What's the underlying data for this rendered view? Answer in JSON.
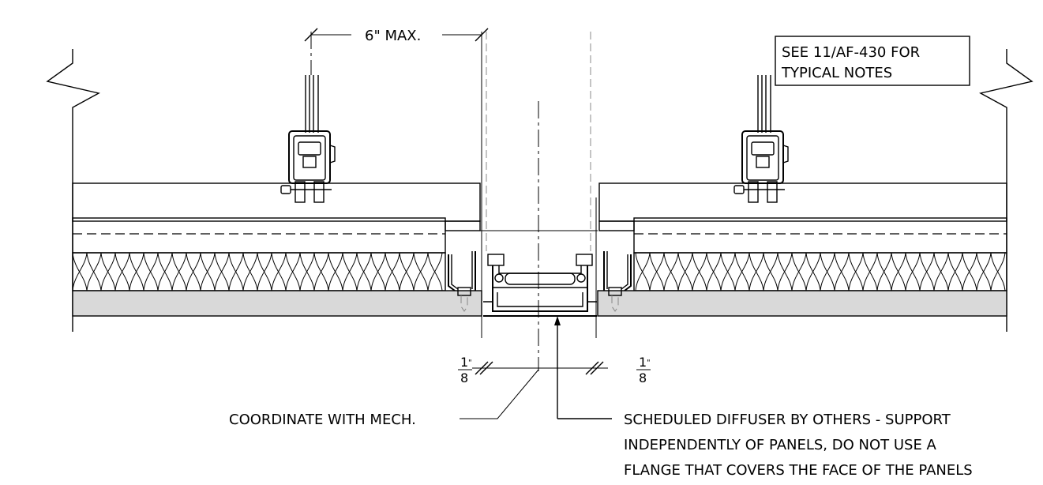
{
  "drawing": {
    "title": "",
    "dimension_top": "6\" MAX.",
    "note_box": {
      "line1": "SEE 11/AF-430 FOR",
      "line2": "TYPICAL NOTES"
    },
    "gap_left": {
      "numerator": "1",
      "inch_mark": "\"",
      "denominator": "8"
    },
    "gap_right": {
      "numerator": "1",
      "inch_mark": "\"",
      "denominator": "8"
    },
    "callout_left": "COORDINATE WITH MECH.",
    "callout_right": {
      "line1": "SCHEDULED DIFFUSER BY OTHERS - SUPPORT",
      "line2": "INDEPENDENTLY OF PANELS, DO NOT USE A",
      "line3": "FLANGE THAT COVERS THE FACE OF THE PANELS"
    }
  }
}
